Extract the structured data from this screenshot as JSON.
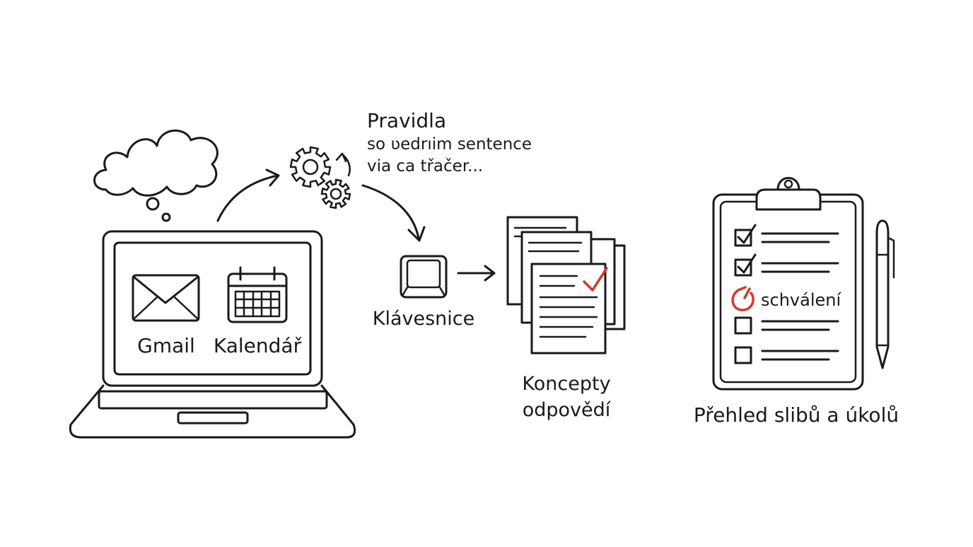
{
  "colors": {
    "ink": "#1a1a1a",
    "accent": "#d0392b",
    "background": "#ffffff"
  },
  "laptop": {
    "apps": [
      {
        "label": "Gmail",
        "icon": "envelope-icon"
      },
      {
        "label": "Kalendář",
        "icon": "calendar-icon"
      }
    ],
    "thought": "thought-cloud-icon"
  },
  "rules": {
    "title": "Pravidla",
    "lines": [
      "so ʋedrıim sentence",
      "via ca třačer..."
    ],
    "icon": "gears-icon"
  },
  "keyboard": {
    "label": "Klávesnice",
    "icon": "key-icon"
  },
  "drafts": {
    "label_lines": [
      "Koncepty",
      "odpovědí"
    ],
    "icon": "documents-icon"
  },
  "checklist": {
    "label": "Přehled slibů a úkolů",
    "highlight_item": "schválení",
    "items": [
      {
        "state": "checked"
      },
      {
        "state": "checked"
      },
      {
        "state": "pending",
        "label": "schválení"
      },
      {
        "state": "unchecked"
      },
      {
        "state": "unchecked"
      }
    ],
    "icon": "clipboard-icon",
    "pen": "pen-icon"
  }
}
